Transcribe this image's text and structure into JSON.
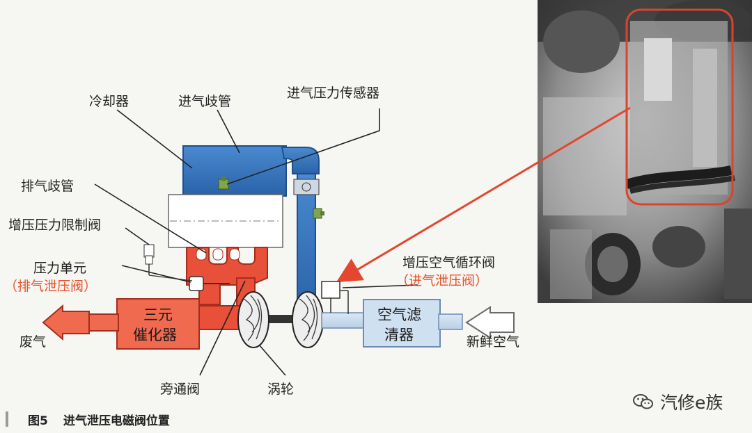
{
  "labels": {
    "cooler": "冷却器",
    "intake_manifold": "进气歧管",
    "intake_pressure_sensor": "进气压力传感器",
    "exhaust_manifold": "排气歧管",
    "boost_limit_valve": "增压压力限制阀",
    "pressure_unit": "压力单元",
    "pressure_unit_note": "（排气泄压阀）",
    "recirc_valve": "增压空气循环阀",
    "recirc_valve_note": "（进气泄压阀）",
    "catalyst_line1": "三元",
    "catalyst_line2": "催化器",
    "air_filter_line1": "空气滤",
    "air_filter_line2": "清器",
    "exhaust_gas": "废气",
    "fresh_air": "新鲜空气",
    "bypass_valve": "旁通阀",
    "turbine": "涡轮"
  },
  "caption": {
    "number": "图5",
    "title": "进气泄压电磁阀位置"
  },
  "watermark": "汽修e族",
  "colors": {
    "intake_blue": "#2f6fb6",
    "exhaust_red": "#e8503a",
    "catalyst_fill": "#ef6a4f",
    "filter_fill": "#cfe0f1",
    "pointer_red": "#e4462f",
    "photo_outline": "#d8452c"
  },
  "icons": [
    "wechat-logo-icon"
  ]
}
